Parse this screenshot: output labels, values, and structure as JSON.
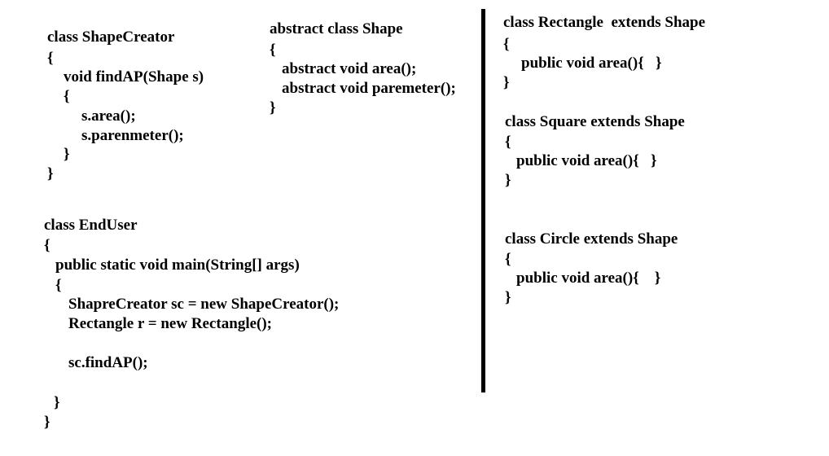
{
  "colors": {
    "background": "#ffffff",
    "text": "#000000",
    "divider": "#000000"
  },
  "shape_creator": {
    "l1": "class ShapeCreator",
    "l2": "{",
    "l3": "void findAP(Shape s)",
    "l4": "{",
    "l5": "s.area();",
    "l6": "s.parenmeter();",
    "l7": "}",
    "l8": "}"
  },
  "abstract_shape": {
    "l1": "abstract class Shape",
    "l2": "{",
    "l3": "abstract void area();",
    "l4": "abstract void paremeter();",
    "l5": "}"
  },
  "end_user": {
    "l1": "class EndUser",
    "l2": "{",
    "l3": "public static void main(String[] args)",
    "l4": "{",
    "l5": "ShapreCreator sc = new ShapeCreator();",
    "l6": "Rectangle r = new Rectangle();",
    "l7": "sc.findAP();",
    "l8": "}",
    "l9": "}"
  },
  "rectangle": {
    "l1": "class Rectangle  extends Shape",
    "l2": "{",
    "l3": "public void area(){   }",
    "l4": "}"
  },
  "square": {
    "l1": "class Square extends Shape",
    "l2": "{",
    "l3": "public void area(){   }",
    "l4": "}"
  },
  "circle": {
    "l1": "class Circle extends Shape",
    "l2": "{",
    "l3": "public void area(){    }",
    "l4": "}"
  }
}
